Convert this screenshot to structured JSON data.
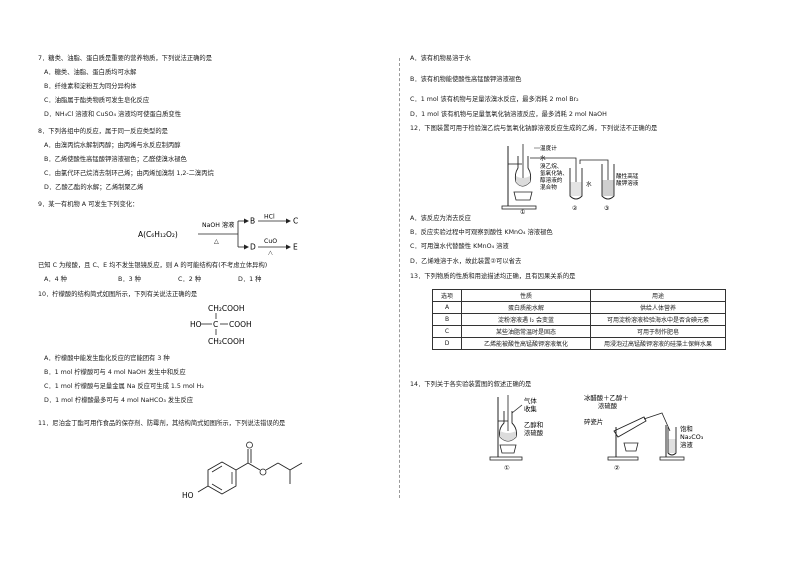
{
  "left": {
    "q7": {
      "stem": "7．糖类、油脂、蛋白质是重要的营养物质，下列说法正确的是",
      "options": [
        "A．糖类、油脂、蛋白质均可水解",
        "B．纤维素和淀粉互为同分异构体",
        "C．油脂属于酯类物质可发生皂化反应",
        "D．NH₄Cl 溶液和 CuSO₄ 溶液均可使蛋白质变性"
      ]
    },
    "q8": {
      "stem": "8．下列各组中的反应，属于同一反应类型的是",
      "options": [
        "A．由溴丙烷水解制丙醇；由丙烯与水反应制丙醇",
        "B．乙烯使酸性高锰酸钾溶液褪色；乙醛使溴水褪色",
        "C．由氯代环己烷消去制环己烯；由丙烯加溴制 1,2-二溴丙烷",
        "D．乙酸乙酯的水解；乙烯制聚乙烯"
      ]
    },
    "q9": {
      "stem": "9．某一有机物 A 可发生下列变化：",
      "scheme": {
        "a": "A(C₆H₁₂O₂)",
        "reagent1": "NaOH 溶液",
        "cond1": "△",
        "b": "B",
        "reagent2": "HCl",
        "c": "C",
        "d": "D",
        "reagent3": "CuO",
        "cond3": "△",
        "e": "E"
      },
      "note": "已知 C 为羧酸，且 C、E 均不发生银镜反应，则 A 的可能结构有(不考虑立体异构)",
      "options": [
        "A．4 种",
        "B．3 种",
        "C．2 种",
        "D．1 种"
      ]
    },
    "q10": {
      "stem": "10．柠檬酸的结构简式如图所示，下列有关说法正确的是",
      "structure": {
        "top": "CH₂COOH",
        "middle_left": "HO",
        "middle_center": "C",
        "middle_right": "COOH",
        "bottom": "CH₂COOH"
      },
      "options": [
        "A．柠檬酸中能发生酯化反应的官能团有 3 种",
        "B．1 mol 柠檬酸可与 4 mol NaOH 发生中和反应",
        "C．1 mol 柠檬酸与足量金属 Na 反应可生成 1.5 mol H₂",
        "D．1 mol 柠檬酸最多可与 4 mol NaHCO₃ 发生反应"
      ]
    },
    "q11": {
      "stem": "11．尼泊金丁酯可用作食品的保存剂、防霉剂，其结构简式如图所示，下列说法错误的是",
      "ho": "HO"
    }
  },
  "right": {
    "q11_options": [
      "A．该有机物易溶于水",
      "B．该有机物能使酸性高锰酸钾溶液褪色",
      "C．1 mol 该有机物与足量浓溴水反应，最多消耗 2 mol Br₂",
      "D．1 mol 该有机物与足量氢氧化钠溶液反应，最多消耗 2 mol NaOH"
    ],
    "q12": {
      "stem": "12．下图装置可用于检验溴乙烷与氢氧化钠醇溶液反应生成的乙烯，下列说法不正确的是",
      "labels": {
        "thermometer": "温度计",
        "water": "水",
        "mixture1": "溴乙烷、",
        "mixture2": "氢氧化钠、",
        "mixture3": "醇溶液的",
        "mixture4": "混合物",
        "water2": "水",
        "kmno4_1": "酸性高锰",
        "kmno4_2": "酸钾溶液",
        "n1": "①",
        "n2": "②",
        "n3": "③"
      },
      "options": [
        "A．该反应为消去反应",
        "B．反应实验过程中可观察到酸性 KMnO₄ 溶液褪色",
        "C．可用溴水代替酸性 KMnO₄ 溶液",
        "D．乙烯难溶于水，故此装置②可以省去"
      ]
    },
    "q13": {
      "stem": "13．下列物质的性质和用途描述均正确，且有因果关系的是",
      "headers": [
        "选项",
        "性质",
        "用途"
      ],
      "rows": [
        [
          "A",
          "蛋白质能水解",
          "供给人体营养"
        ],
        [
          "B",
          "淀粉溶液遇 I₂ 会变蓝",
          "可用淀粉溶液检验海水中是否含碘元素"
        ],
        [
          "C",
          "某些油脂常温时是固态",
          "可用于制作肥皂"
        ],
        [
          "D",
          "乙烯能被酸性高锰酸钾溶液氧化",
          "用浸泡过高锰酸钾溶液的硅藻土保鲜水果"
        ]
      ]
    },
    "q14": {
      "stem": "14．下列关于各实验装置图的叙述正确的是",
      "fig1": {
        "label1": "气体",
        "label2": "收集",
        "label3": "乙醇和",
        "label4": "浓硫酸",
        "num": "①"
      },
      "fig2": {
        "label1": "冰醋酸＋乙醇＋",
        "label2": "浓硫酸",
        "label3": "碎瓷片",
        "label4": "饱和",
        "label5": "Na₂CO₃",
        "label6": "溶液",
        "num": "②"
      }
    }
  }
}
